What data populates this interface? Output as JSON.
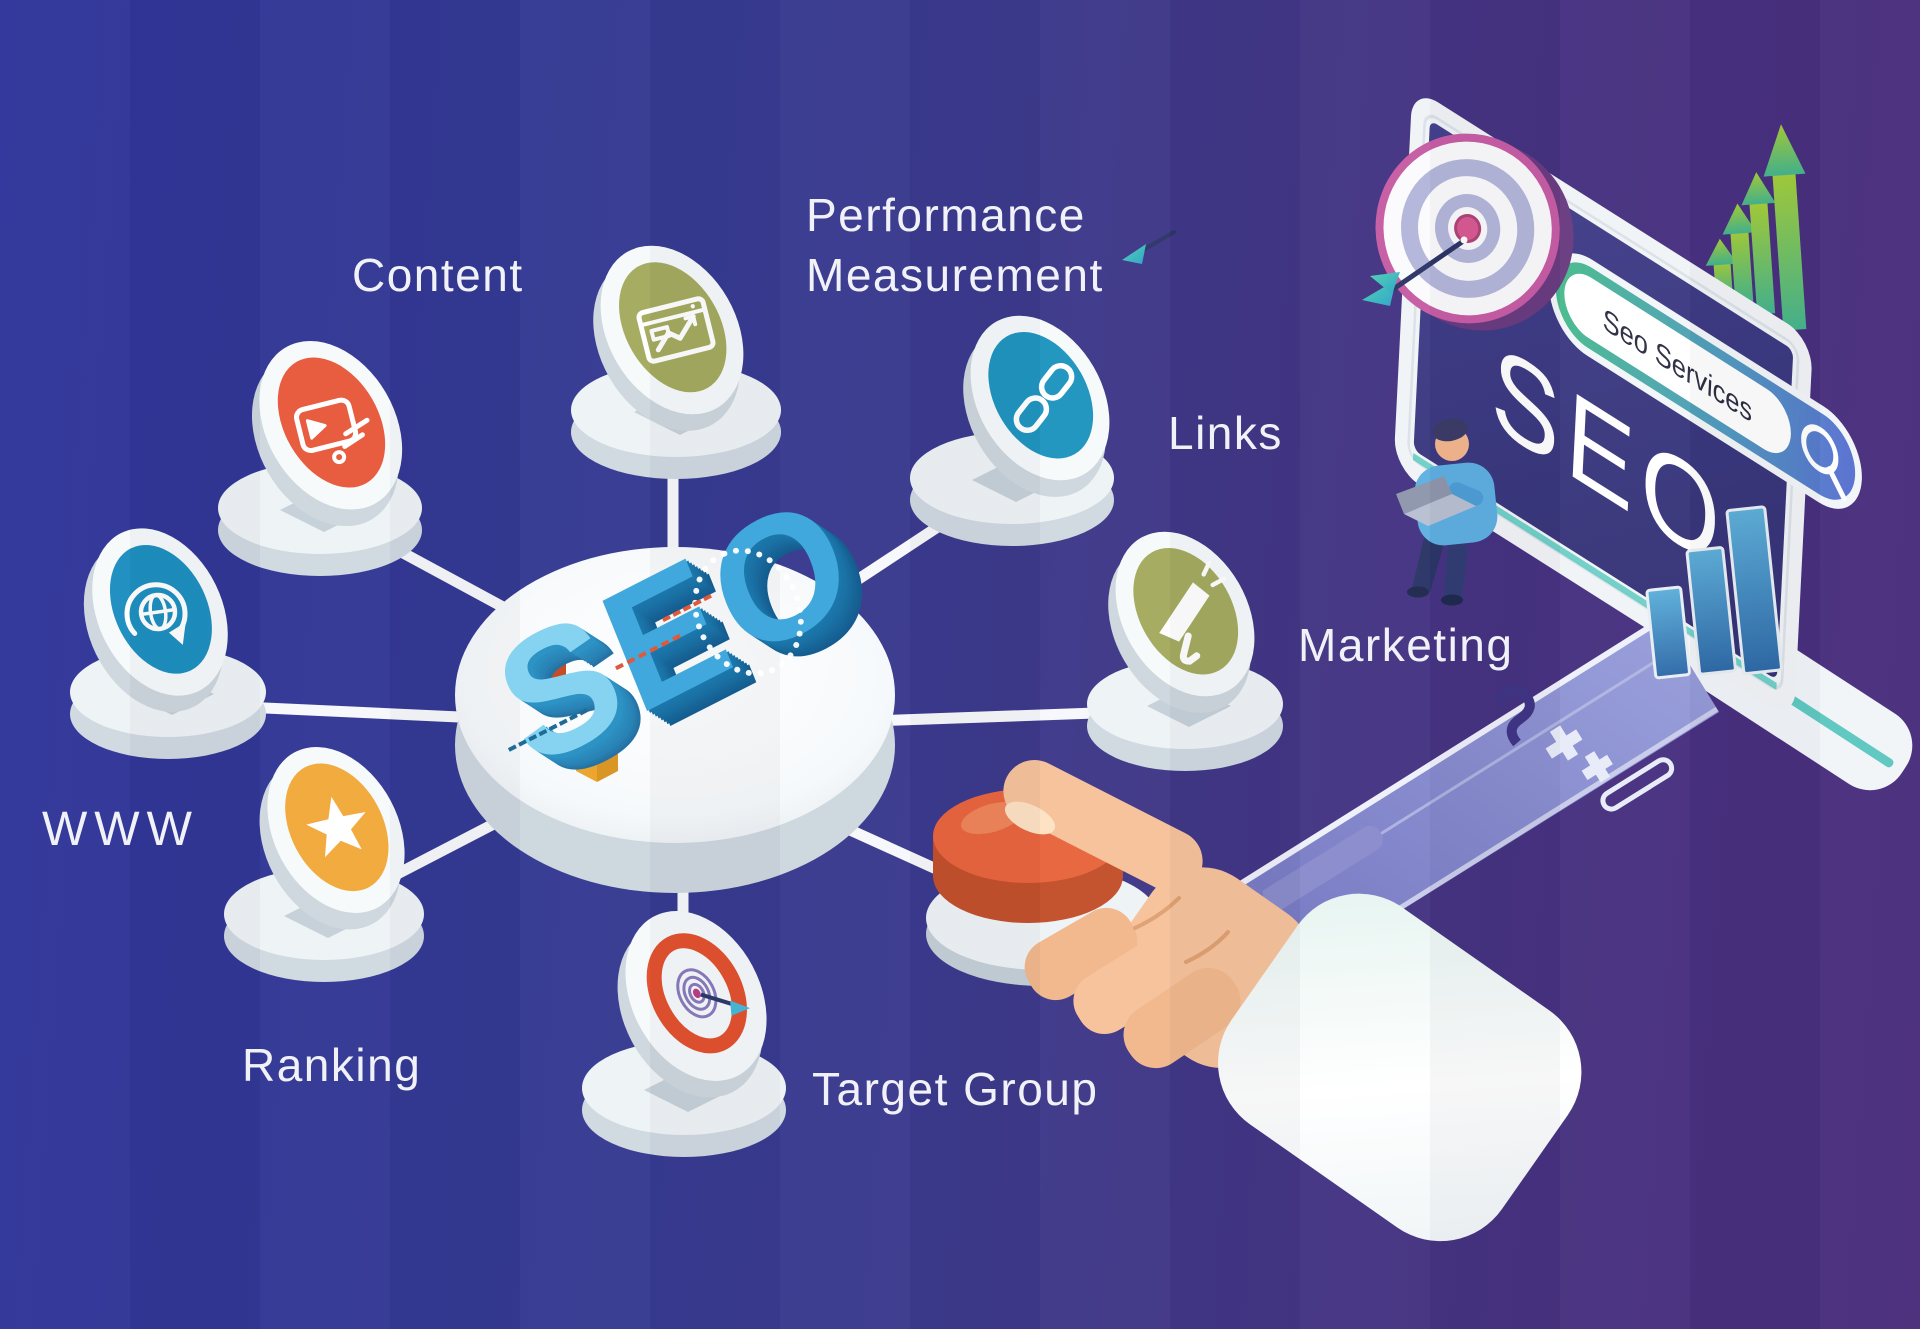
{
  "background": {
    "left_color": "#30359b",
    "right_color": "#4a2e7c"
  },
  "hub": {
    "letters": [
      "S",
      "E",
      "O"
    ],
    "letter_top_color": "#85d3f0",
    "letter_side_color": "#1b74a8",
    "platform_color": "#fbfcfd"
  },
  "nodes": {
    "content": {
      "label": "Content",
      "color": "#e8593b",
      "icon": "video-card-icon"
    },
    "performance": {
      "label_line1": "Performance",
      "label_line2": "Measurement",
      "color": "#a4aa5e",
      "icon": "analytics-window-icon"
    },
    "links": {
      "label": "Links",
      "color": "#2095bf",
      "icon": "chain-link-icon"
    },
    "marketing": {
      "label": "Marketing",
      "color": "#a4aa5e",
      "icon": "megaphone-icon"
    },
    "www": {
      "label": "WWW",
      "color": "#1e8fc0",
      "icon": "globe-orbit-icon"
    },
    "ranking": {
      "label": "Ranking",
      "color": "#f2a93b",
      "icon": "star-icon"
    },
    "target_group": {
      "label": "Target Group",
      "color": "#e2512f",
      "icon": "dartboard-icon"
    }
  },
  "push_button": {
    "color": "#e8653e",
    "icon": "red-push-button"
  },
  "monitor": {
    "screen_text": "SEO",
    "screen_color": "#3d3b86",
    "search_bar": {
      "value": "Seo Services",
      "icon": "magnifier-icon"
    }
  },
  "decor": {
    "growth_arrows_color": "#8cc84a",
    "target_board_center_color": "#d85a92",
    "road_color": "#8b8fd0"
  }
}
